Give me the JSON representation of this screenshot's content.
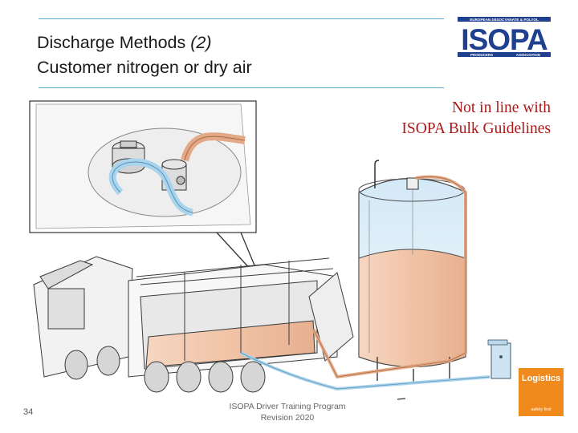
{
  "slide": {
    "title_line1_main": "Discharge Methods ",
    "title_line1_number": "(2)",
    "title_line2": "Customer nitrogen or dry air",
    "warning_line1": "Not in line with",
    "warning_line2": "ISOPA Bulk Guidelines",
    "page_number": "34",
    "footer_line1": "ISOPA Driver Training Program",
    "footer_line2": "Revision 2020"
  },
  "logo": {
    "top_text": "EUROPEAN DIISOCYANATE & POLYOL",
    "brand": "ISOPA",
    "left_caption": "PRODUCERS",
    "right_caption": "ASSOCIATION"
  },
  "badge": {
    "title": "Logistics",
    "subtitle": "safety first"
  },
  "colors": {
    "accent_line": "#5aa9c6",
    "warning_text": "#b01818",
    "logo_blue": "#1f3f8f",
    "product_fill": "#f2c8ad",
    "gas_hose": "#a9d4ee",
    "product_hose": "#e3a885",
    "badge_orange": "#f08a1c"
  }
}
